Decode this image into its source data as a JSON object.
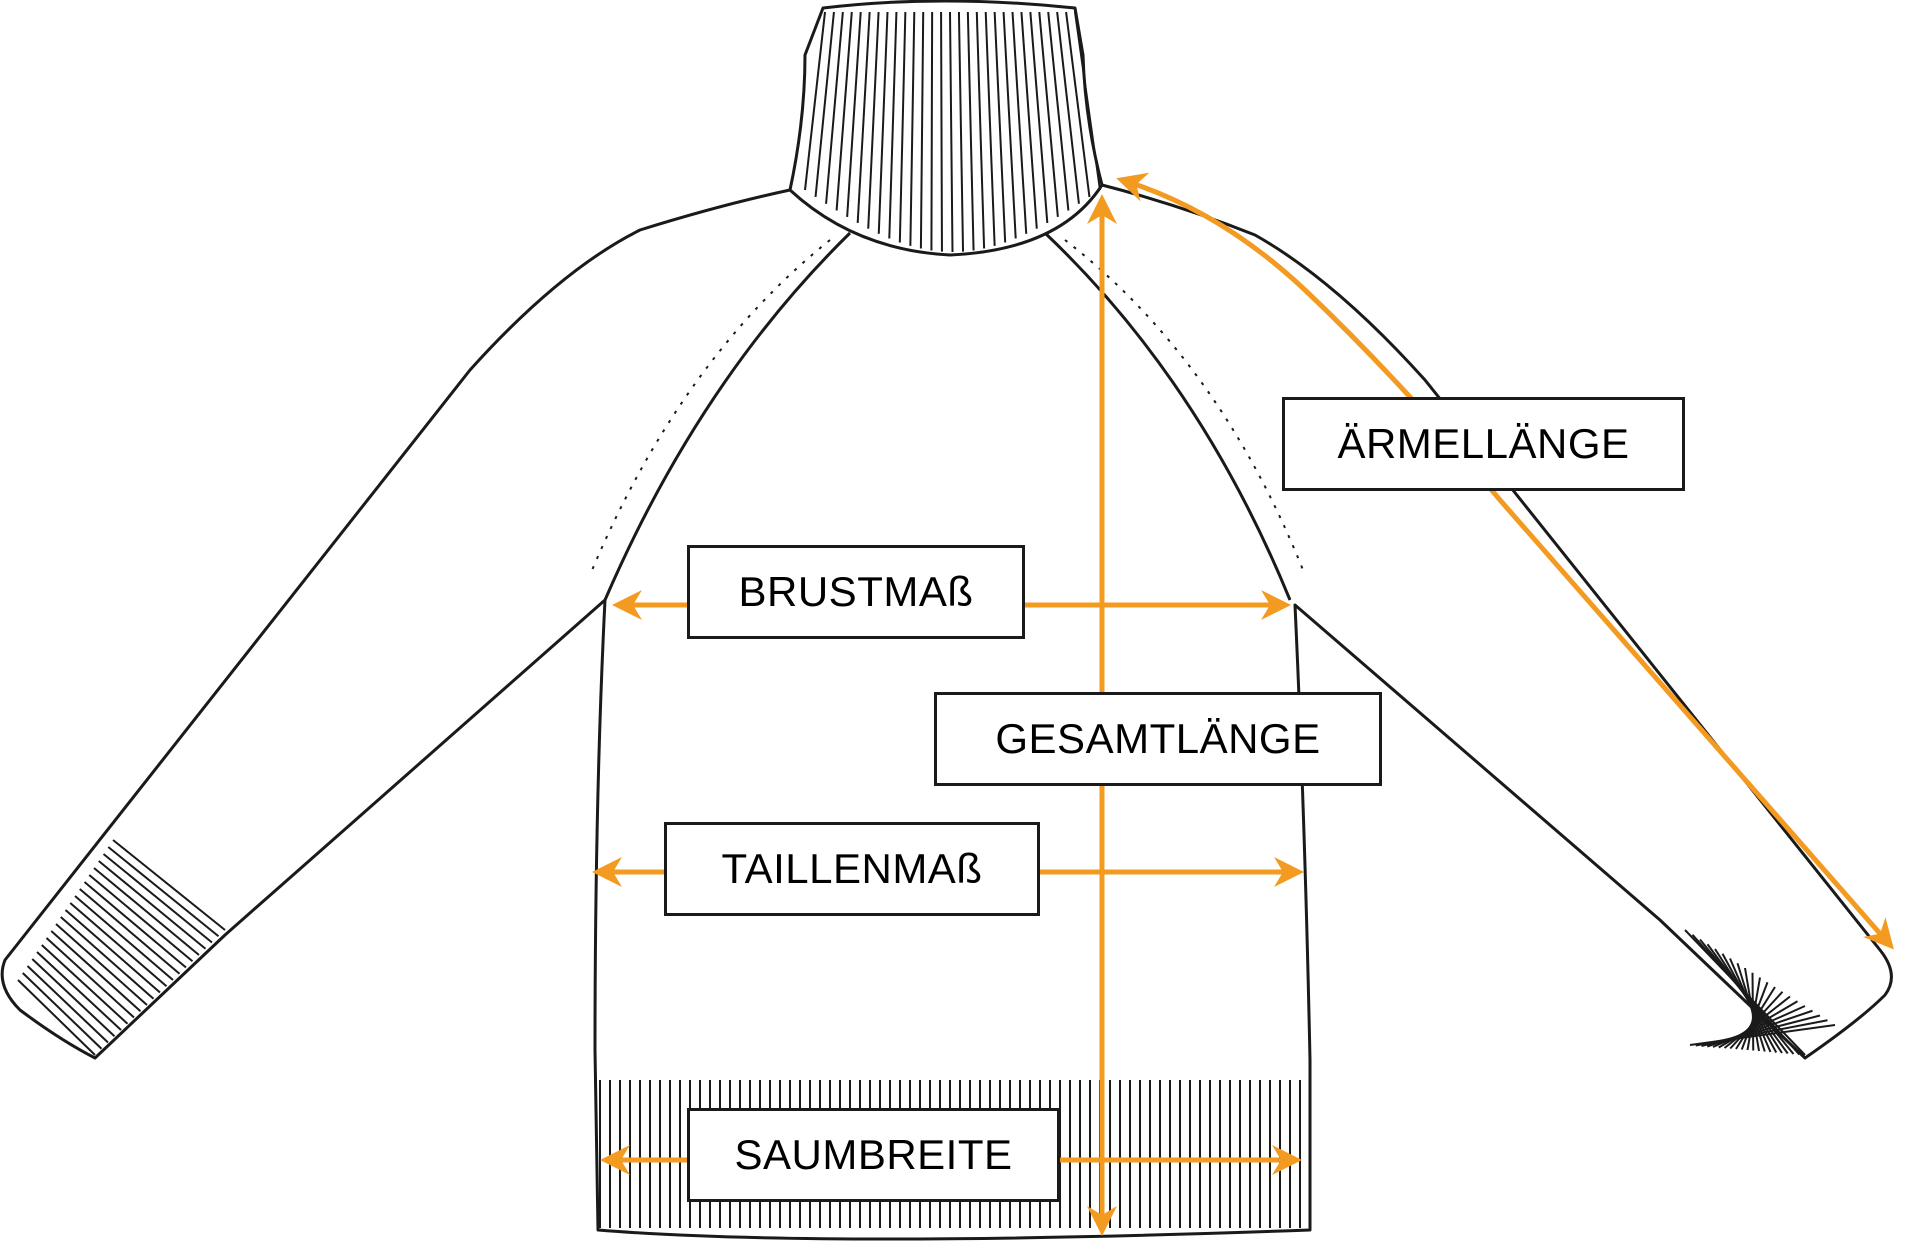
{
  "colors": {
    "arrow": "#f39a21",
    "outline": "#1a1a1a"
  },
  "labels": {
    "sleeve": "ÄRMELLÄNGE",
    "chest": "BRUSTMAß",
    "total": "GESAMTLÄNGE",
    "waist": "TAILLENMAß",
    "hem": "SAUMBREITE"
  }
}
